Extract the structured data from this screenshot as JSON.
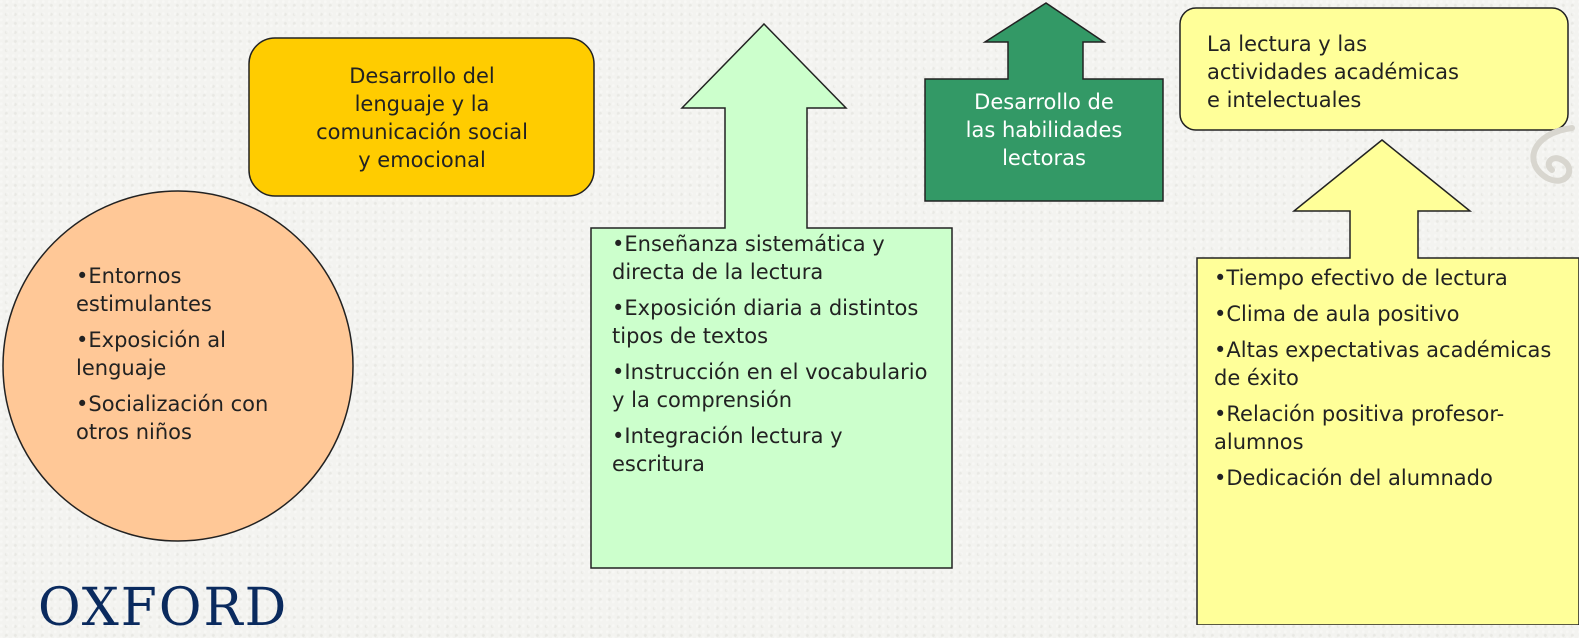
{
  "boxes": {
    "language_box": {
      "lines": [
        "Desarrollo del",
        "lenguaje y la",
        "comunicación  social",
        "y emocional"
      ]
    },
    "reading_skills_box": {
      "lines": [
        "Desarrollo de",
        "las habilidades",
        "lectoras"
      ]
    },
    "academic_box": {
      "lines": [
        "La lectura y las",
        "actividades  académicas",
        "e intelectuales"
      ]
    }
  },
  "lists": {
    "circle_items": [
      "Entornos estimulantes",
      "Exposición al lenguaje",
      "Socialización con otros niños"
    ],
    "green_items": [
      "Enseñanza sistemática y directa de la lectura",
      "Exposición diaria a distintos tipos de textos",
      "Instrucción en el vocabulario y la comprensión",
      "Integración lectura y escritura"
    ],
    "yellow_items": [
      "Tiempo efectivo de lectura",
      "Clima de aula positivo",
      "Altas expectativas académicas de éxito",
      "Relación positiva profesor-alumnos",
      "Dedicación del alumnado"
    ]
  },
  "logo": {
    "text": "OXFORD"
  },
  "colors": {
    "orange_box": "#ffcc00",
    "circle_fill": "#ffc897",
    "light_green": "#ccffcc",
    "dark_green": "#339966",
    "light_yellow": "#ffff99",
    "logo": "#0a2a5e"
  }
}
